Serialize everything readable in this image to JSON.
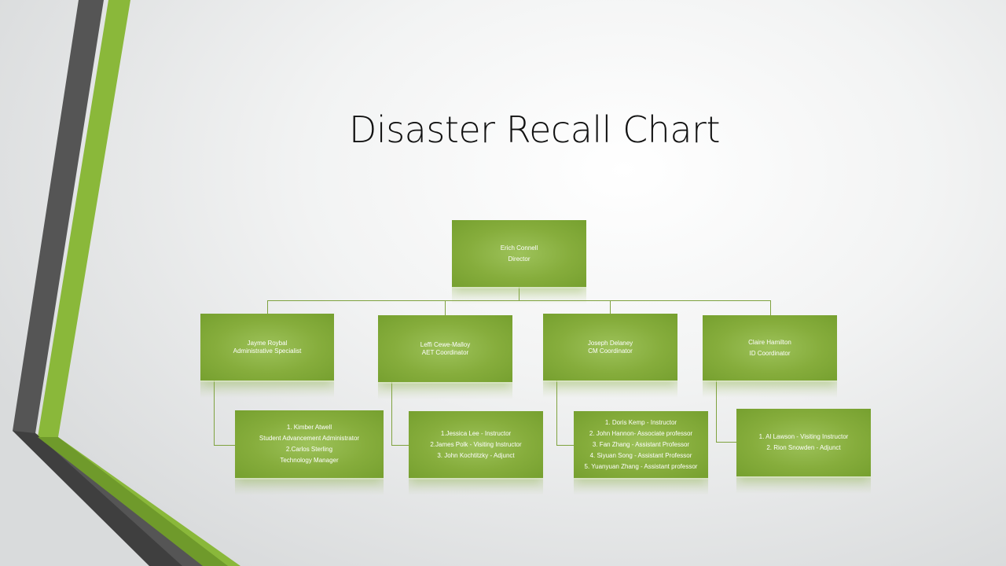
{
  "slide": {
    "title": "Disaster Recall Chart"
  },
  "colors": {
    "accent_green": "#86ad3c",
    "stripe_dark": "#555555",
    "stripe_green": "#8ab83a",
    "connector": "#7fa23f"
  },
  "org_chart": {
    "director": {
      "name": "Erich Connell",
      "role": "Director"
    },
    "managers": [
      {
        "name": "Jayme  Roybal",
        "role": "Administrative  Specialist"
      },
      {
        "name": "Leffi Cewe-Malloy",
        "role": "AET Coordinator"
      },
      {
        "name": "Joseph  Delaney",
        "role": "CM Coordinator"
      },
      {
        "name": "Claire  Hamilton",
        "role": "ID Coordinator"
      }
    ],
    "teams": [
      {
        "lines": [
          "1. Kimber  Atwell",
          "Student Advancement  Administrator",
          "2.Carlos  Sterling",
          "Technology Manager"
        ]
      },
      {
        "lines": [
          "1.Jessica  Lee - Instructor",
          "2.James  Polk  - Visiting Instructor",
          "3. John Kochtitzky  - Adjunct"
        ]
      },
      {
        "lines": [
          "1. Doris Kemp  - Instructor",
          "2. John Hannon- Associate professor",
          "3. Fan Zhang  - Assistant Professor",
          "4. Siyuan Song  - Assistant Professor",
          "5. Yuanyuan Zhang  - Assistant professor"
        ]
      },
      {
        "lines": [
          "1. Al Lawson  - Visiting Instructor",
          "2. Rion Snowden - Adjunct"
        ]
      }
    ]
  }
}
